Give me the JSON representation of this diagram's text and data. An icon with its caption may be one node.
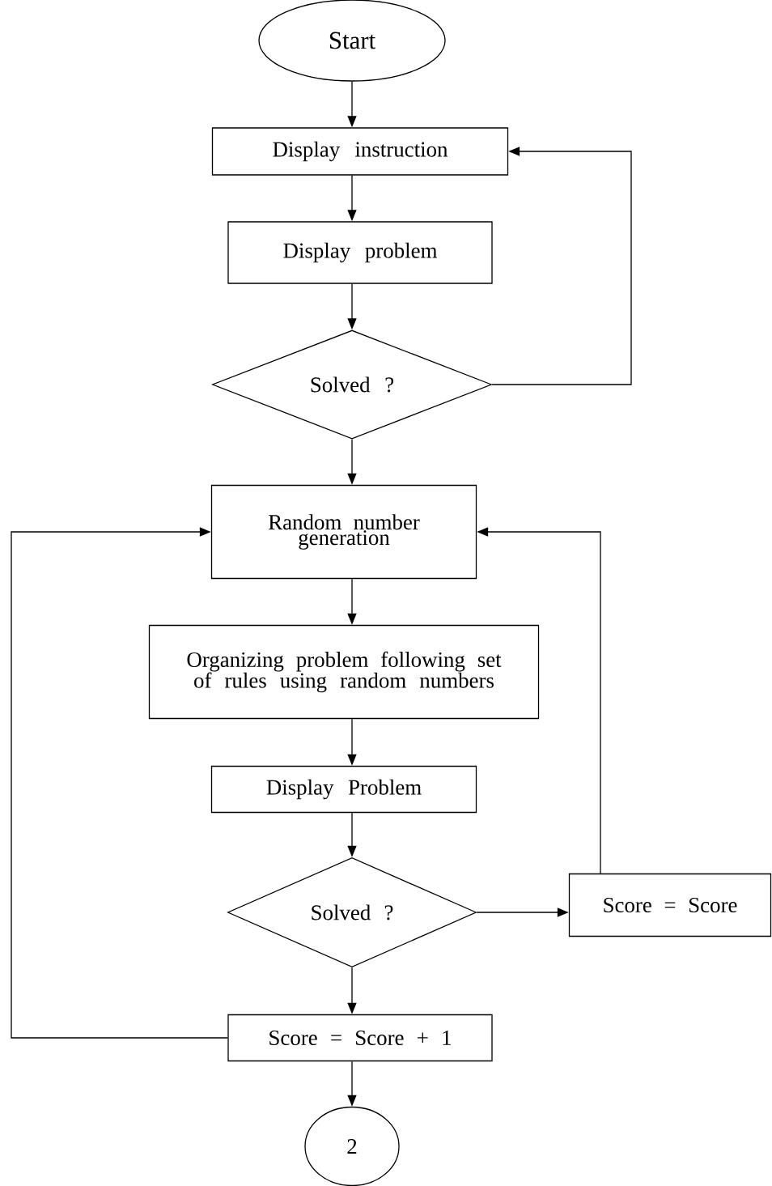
{
  "diagram": {
    "nodes": [
      {
        "text": [
          "Start"
        ]
      },
      {
        "text": [
          "Display instruction"
        ]
      },
      {
        "text": [
          "Display problem"
        ]
      },
      {
        "text": [
          "Solved ?"
        ]
      },
      {
        "text": [
          "Random number generation"
        ]
      },
      {
        "text": [
          "Organizing problem following set of rules using random numbers"
        ]
      },
      {
        "text": [
          "Display Problem"
        ]
      },
      {
        "text": [
          "Solved ?"
        ]
      },
      {
        "text": [
          "Score = Score"
        ]
      },
      {
        "text": [
          "Score = Score + 1"
        ]
      },
      {
        "text": [
          "2"
        ]
      }
    ],
    "edges": [
      {
        "from": 0,
        "to": 1,
        "arrow": "to"
      },
      {
        "from": 1,
        "to": 2,
        "arrow": "to"
      },
      {
        "from": 2,
        "to": 3,
        "arrow": "to"
      },
      {
        "from": 3,
        "to": 1,
        "arrow": "to"
      },
      {
        "from": 3,
        "to": 4,
        "arrow": "to"
      },
      {
        "from": 4,
        "to": 5,
        "arrow": "to"
      },
      {
        "from": 5,
        "to": 6,
        "arrow": "to"
      },
      {
        "from": 6,
        "to": 7,
        "arrow": "to"
      },
      {
        "from": 7,
        "to": 8,
        "arrow": "to"
      },
      {
        "from": 8,
        "to": 4,
        "arrow": "to"
      },
      {
        "from": 7,
        "to": 9,
        "arrow": "to"
      },
      {
        "from": 9,
        "to": 4,
        "arrow": "to"
      },
      {
        "from": 9,
        "to": 10,
        "arrow": "to"
      }
    ]
  }
}
